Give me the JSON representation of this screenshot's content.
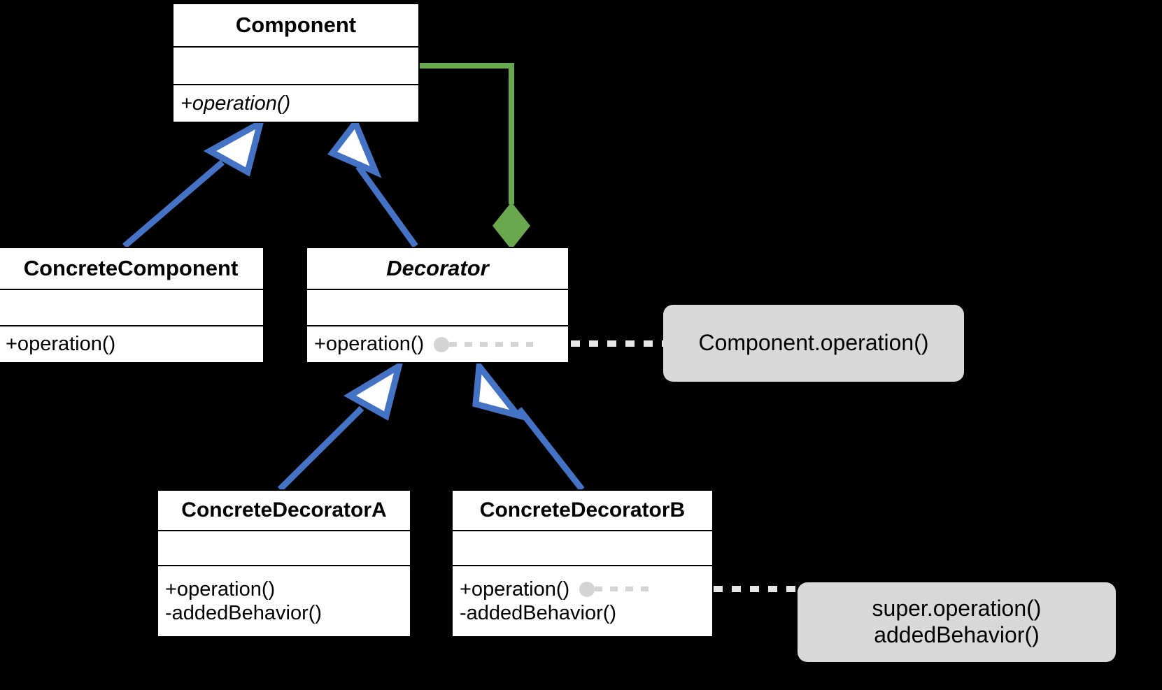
{
  "diagram": {
    "title": "Decorator Pattern UML Class Diagram",
    "background": "#000000",
    "colors": {
      "class_fill": "#ffffff",
      "class_border": "#000000",
      "inheritance": "#4472c4",
      "aggregation": "#6aa84f",
      "note_fill": "#d9d9d9",
      "connector": "#d4d4d4"
    }
  },
  "classes": {
    "component": {
      "name": "Component",
      "attributes": [],
      "operations": [
        "+operation()"
      ]
    },
    "concrete_component": {
      "name": "ConcreteComponent",
      "attributes": [],
      "operations": [
        "+operation()"
      ]
    },
    "decorator": {
      "name": "Decorator",
      "attributes": [],
      "operations": [
        "+operation()"
      ]
    },
    "concrete_decorator_a": {
      "name": "ConcreteDecoratorA",
      "attributes": [],
      "operations": [
        "+operation()",
        "-addedBehavior()"
      ]
    },
    "concrete_decorator_b": {
      "name": "ConcreteDecoratorB",
      "attributes": [],
      "operations": [
        "+operation()",
        "-addedBehavior()"
      ]
    }
  },
  "notes": {
    "decorator_note": {
      "lines": [
        "Component.operation()"
      ],
      "line1": "Component.operation()",
      "attached_to": "Decorator.+operation()"
    },
    "decorator_b_note": {
      "lines": [
        "super.operation()",
        "addedBehavior()"
      ],
      "line1": "super.operation()",
      "line2": "addedBehavior()",
      "attached_to": "ConcreteDecoratorB.+operation()"
    }
  },
  "relationships": [
    {
      "type": "generalization",
      "from": "ConcreteComponent",
      "to": "Component"
    },
    {
      "type": "generalization",
      "from": "Decorator",
      "to": "Component"
    },
    {
      "type": "generalization",
      "from": "ConcreteDecoratorA",
      "to": "Decorator"
    },
    {
      "type": "generalization",
      "from": "ConcreteDecoratorB",
      "to": "Decorator"
    },
    {
      "type": "aggregation",
      "from": "Component",
      "to": "Decorator"
    }
  ]
}
